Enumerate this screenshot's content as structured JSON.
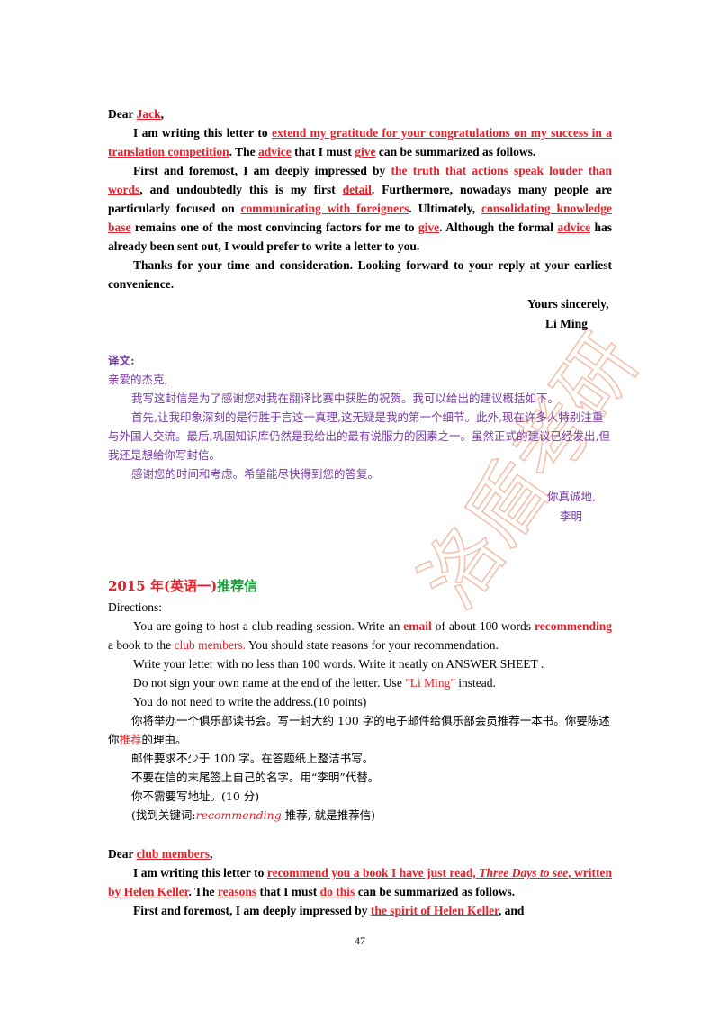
{
  "letter1": {
    "salutation_pre": "Dear ",
    "salutation_name": "Jack",
    "salutation_post": ",",
    "p1": {
      "s1": "I am writing this letter to ",
      "r1": "extend my gratitude for your congratulations on my success in a translation competition",
      "s2": ". The ",
      "r2": "advice",
      "s3": " that I must ",
      "r3": "give",
      "s4": " can be summarized as follows."
    },
    "p2": {
      "s1": "First and foremost, I am deeply impressed by ",
      "r1": "the truth that actions speak louder than words",
      "s2": ", and undoubtedly this is my first ",
      "r2": "detail",
      "s3": ". Furthermore, nowadays many people are particularly focused on ",
      "r3": "communicating with foreigners",
      "s4": ". Ultimately, ",
      "r4": "consolidating knowledge base",
      "s5": " remains one of the most convincing factors for me to ",
      "r5": "give",
      "s6": ". Although the formal ",
      "r6": "advice",
      "s7": " has already been sent out, I would prefer to write a letter to you."
    },
    "p3": "Thanks for your time and consideration. Looking forward to your reply at your earliest convenience.",
    "closing": "Yours sincerely,",
    "signature": "Li Ming"
  },
  "translation": {
    "label": "译文:",
    "salutation": "亲爱的杰克,",
    "p1": "我写这封信是为了感谢您对我在翻译比赛中获胜的祝贺。我可以给出的建议概括如下。",
    "p2": "首先,让我印象深刻的是行胜于言这一真理,这无疑是我的第一个细节。此外,现在许多人特别注重与外国人交流。最后,巩固知识库仍然是我给出的最有说服力的因素之一。虽然正式的建议已经发出,但我还是想给你写封信。",
    "p3": "感谢您的时间和考虑。希望能尽快得到您的答复。",
    "closing": "你真诚地,",
    "signature": "李明"
  },
  "section": {
    "year": "2015 年(英语一)",
    "type": "推荐信",
    "directions_label": "Directions:",
    "d1": {
      "s1": "You are going to host a club reading session. Write an ",
      "r1": "email",
      "s2": " of about 100 words ",
      "r2": "recommending",
      "s3": " a book to the ",
      "r3": "club members.",
      "s4": " You should state reasons for your recommendation."
    },
    "d2": "Write your letter with no less than 100 words. Write it neatly on ANSWER SHEET .",
    "d3": {
      "s1": "Do not sign your own name at the end of the letter. Use ",
      "r1": "\"Li Ming\"",
      "s2": " instead."
    },
    "d4": "You do not need to write the address.(10 points)",
    "c1": {
      "s1": "你将举办一个俱乐部读书会。写一封大约 100 字的电子邮件给俱乐部会员推荐一本书。你要陈述你",
      "r1": "推荐",
      "s2": "的理由。"
    },
    "c2": "邮件要求不少于 100 字。在答题纸上整洁书写。",
    "c3": "不要在信的末尾签上自己的名字。用“李明”代替。",
    "c4": "你不需要写地址。(10 分)",
    "c5": {
      "s1": "(找到关键词:",
      "r1": "recommending",
      "s2": " 推荐, 就是推荐信)"
    }
  },
  "letter2": {
    "salutation_pre": "Dear ",
    "salutation_name": "club members",
    "salutation_post": ",",
    "p1": {
      "s1": "I am writing this letter to ",
      "r1": "recommend you a book I have just read, ",
      "r1i": "Three Days to see",
      "r1b": ", written by Helen Keller",
      "s2": ". The ",
      "r2": "reasons",
      "s3": " that I must ",
      "r3": "do this",
      "s4": " can be summarized as follows."
    },
    "p2": {
      "s1": "First and foremost, I am deeply impressed by ",
      "r1": "the spirit of Helen Keller",
      "s2": ", and"
    }
  },
  "watermark": {
    "text": "洛盾考研",
    "color": "#f2b8a0"
  },
  "page_number": "47"
}
